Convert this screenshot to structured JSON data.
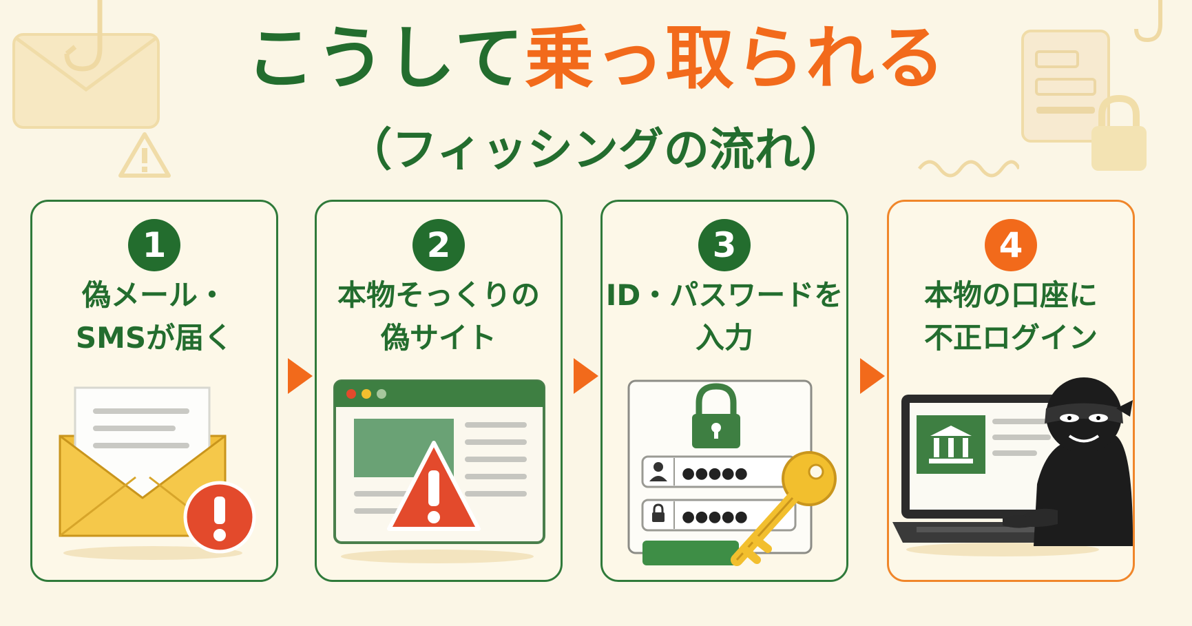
{
  "title": {
    "part1": "こうして",
    "part2": "乗っ取られる"
  },
  "subtitle": "（フィッシングの流れ）",
  "steps": [
    {
      "number": "1",
      "line1": "偽メール・",
      "line2": "SMSが届く"
    },
    {
      "number": "2",
      "line1": "本物そっくりの",
      "line2": "偽サイト"
    },
    {
      "number": "3",
      "line1": "ID・パスワードを",
      "line2": "入力"
    },
    {
      "number": "4",
      "line1": "本物の口座に",
      "line2": "不正ログイン"
    }
  ],
  "password_mask": "●●●●●",
  "colors": {
    "green": "#236d2e",
    "orange": "#f26a1b",
    "background": "#fbf6e6",
    "warning_red": "#e34a2c",
    "key_yellow": "#f2bf2e"
  }
}
